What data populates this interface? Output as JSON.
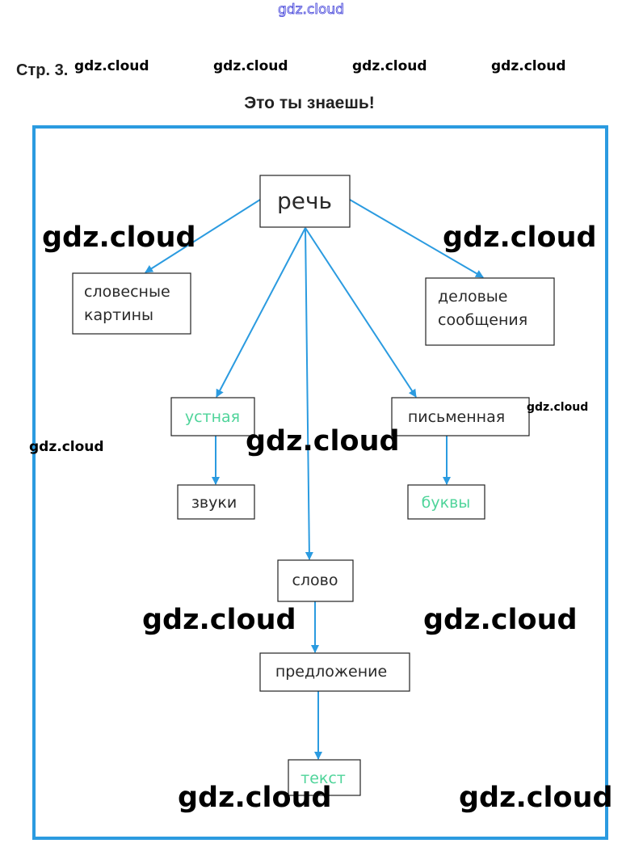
{
  "header": {
    "page_label": "Стр. 3.",
    "title": "Это ты знаешь!"
  },
  "diagram": {
    "frame_color": "#2b9be0",
    "edge_color": "#2b9be0",
    "highlight_color": "#4fd49a",
    "nodes": {
      "speech": "речь",
      "verbal_pictures_1": "словесные",
      "verbal_pictures_2": "картины",
      "business_1": "деловые",
      "business_2": "сообщения",
      "oral": "устная",
      "written": "письменная",
      "sounds": "звуки",
      "letters": "буквы",
      "word": "слово",
      "sentence": "предложение",
      "text": "текст"
    },
    "edges": [
      [
        "речь",
        "словесные картины"
      ],
      [
        "речь",
        "деловые сообщения"
      ],
      [
        "речь",
        "устная"
      ],
      [
        "речь",
        "письменная"
      ],
      [
        "речь",
        "слово"
      ],
      [
        "устная",
        "звуки"
      ],
      [
        "письменная",
        "буквы"
      ],
      [
        "слово",
        "предложение"
      ],
      [
        "предложение",
        "текст"
      ]
    ]
  },
  "watermark": "gdz.cloud"
}
